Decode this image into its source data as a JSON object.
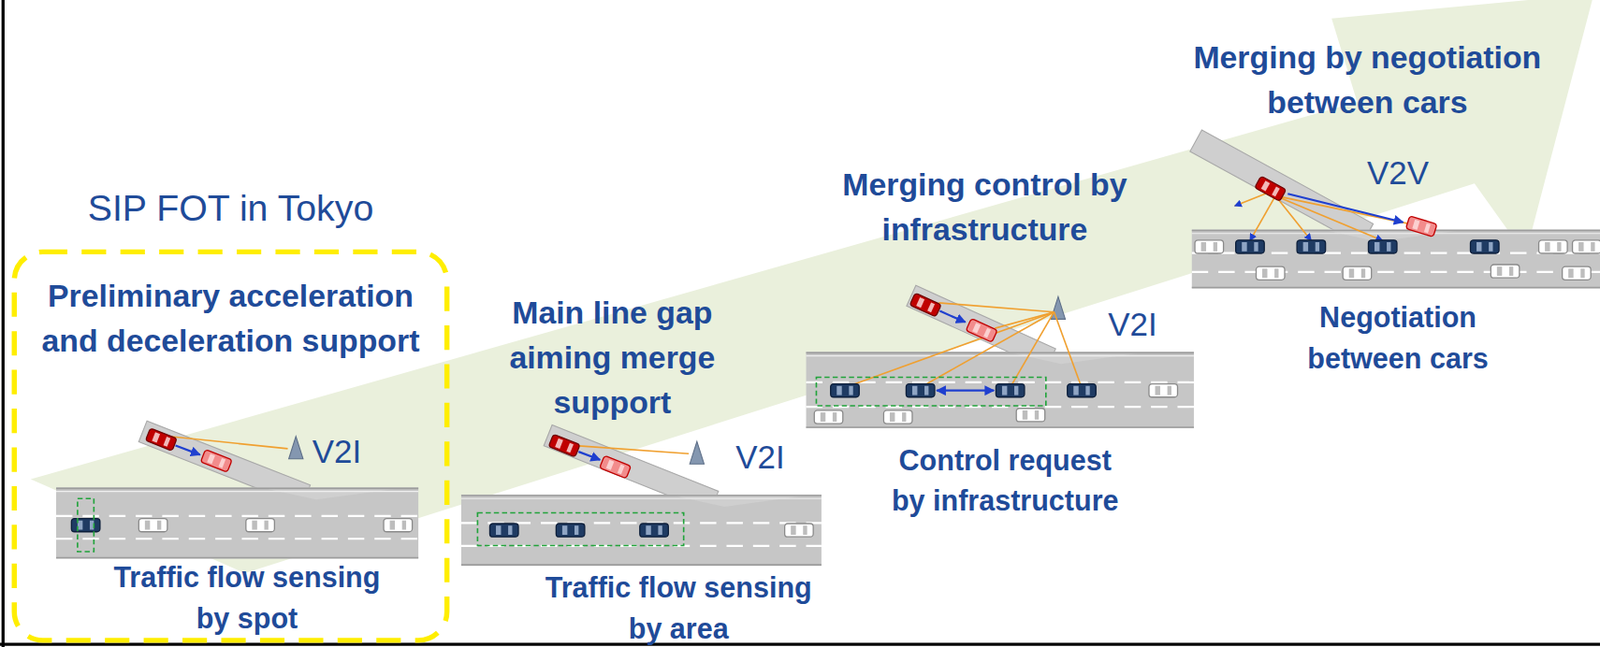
{
  "diagram": {
    "nodes": [
      {
        "text": [
          "SIP FOT in Tokyo",
          "Preliminary acceleration and deceleration support",
          "V2I",
          "Traffic flow sensing by spot"
        ]
      }
    ],
    "labels": [
      "Main line gap aiming merge support",
      "V2I",
      "Traffic flow sensing by area",
      "Merging control by infrastructure",
      "V2I",
      "Control request by infrastructure",
      "Merging by negotiation between cars",
      "V2V",
      "Negotiation between cars"
    ]
  }
}
